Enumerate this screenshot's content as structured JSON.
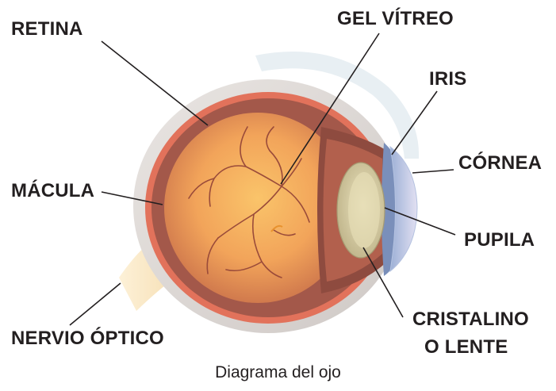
{
  "labels": {
    "retina": "RETINA",
    "gel_vitreo": "GEL VÍTREO",
    "iris": "IRIS",
    "cornea": "CÓRNEA",
    "macula": "MÁCULA",
    "pupila": "PUPILA",
    "nervio_optico": "NERVIO ÓPTICO",
    "cristalino_line1": "CRISTALINO",
    "cristalino_line2": "O LENTE"
  },
  "caption": "Diagrama del ojo",
  "colors": {
    "text": "#231f20",
    "leader_line": "#231f20",
    "sclera": "#d7d2cf",
    "retina_layer": "#e2725b",
    "choroid": "#a3584a",
    "vitreous_center": "#f7b65a",
    "vitreous_edge": "#c9704a",
    "lens": "#d9cfa3",
    "cornea": "#c9c6e6",
    "optic_nerve": "#fbe8c2"
  }
}
